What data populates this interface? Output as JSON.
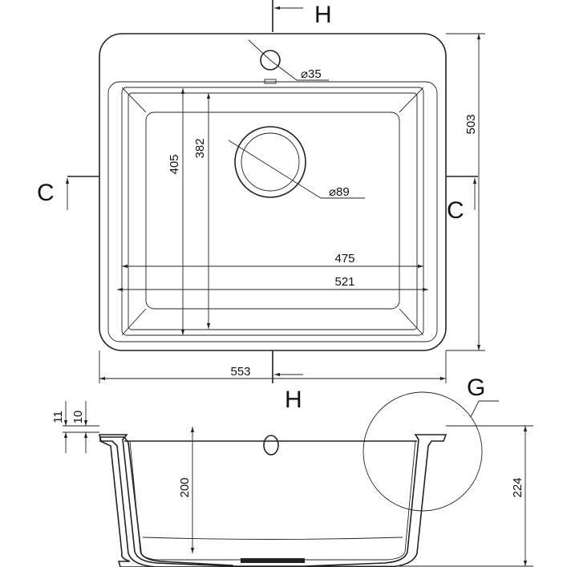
{
  "title": "Sink technical drawing",
  "section_labels": {
    "h_top": "H",
    "h_bottom": "H",
    "c_left": "C",
    "c_right": "C",
    "g": "G"
  },
  "dimensions": {
    "tap_hole": "⌀35",
    "drain": "⌀89",
    "depth_total": "503",
    "bowl_length_outer": "405",
    "bowl_length_inner": "382",
    "bowl_width_inner": "475",
    "bowl_width_outer": "521",
    "overall_width": "553",
    "rim_11": "11",
    "rim_10": "10",
    "bowl_depth": "200",
    "overall_height": "224"
  },
  "colors": {
    "line": "#222222",
    "background": "#ffffff"
  }
}
